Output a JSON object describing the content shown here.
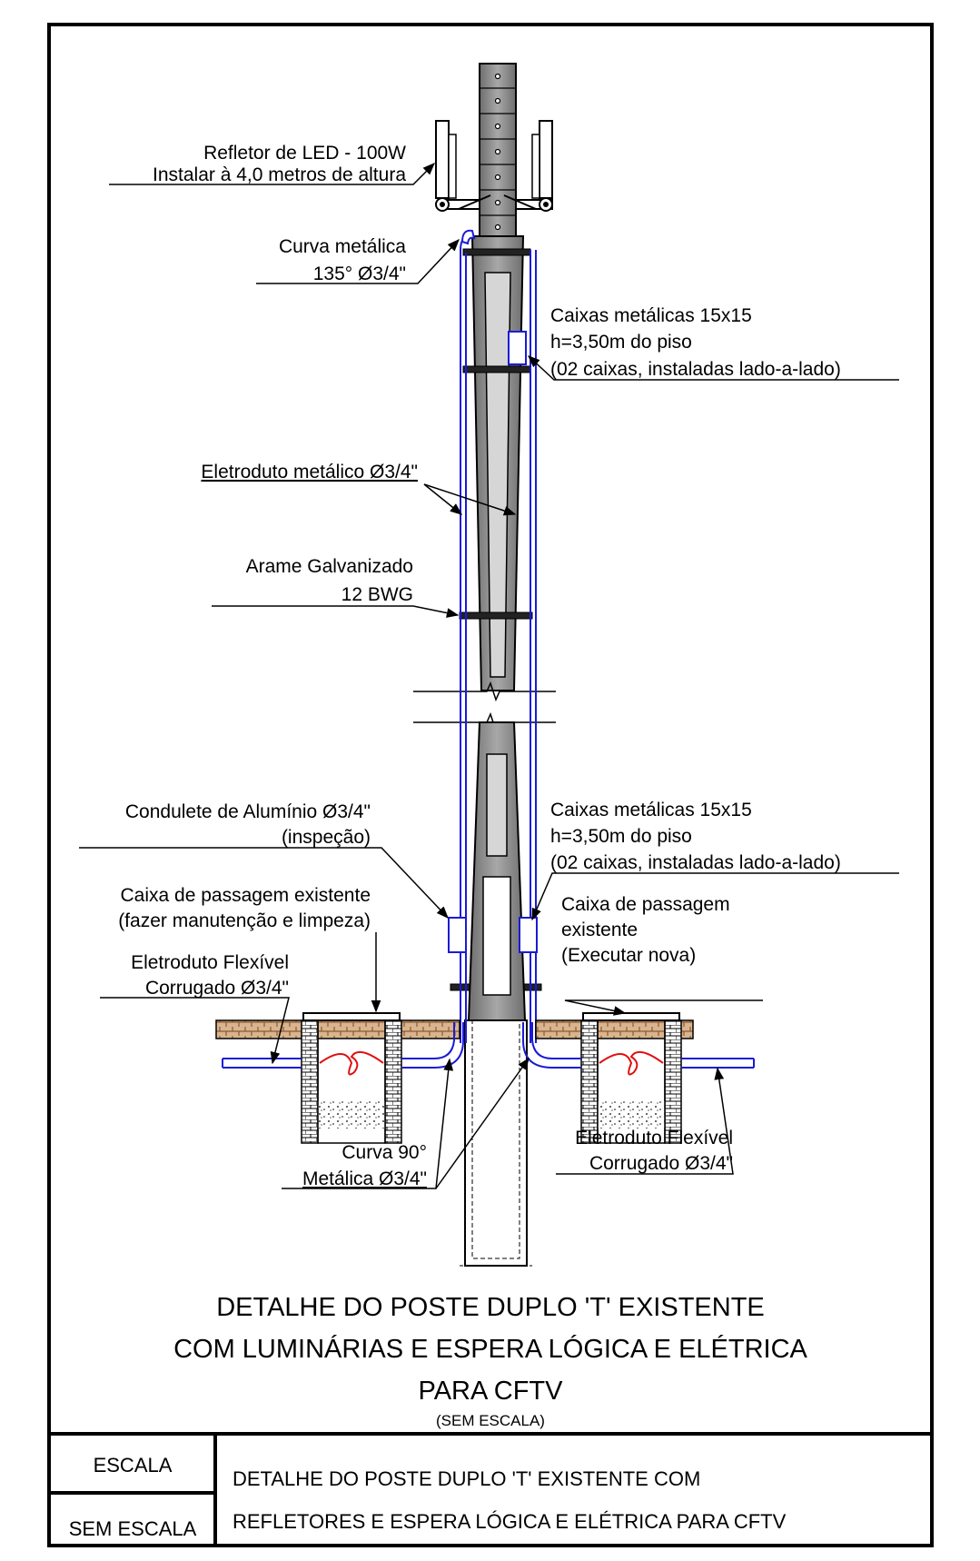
{
  "labels": {
    "refletor_l1": "Refletor de LED - 100W",
    "refletor_l2": "Instalar à 4,0 metros de altura",
    "curva_l1": "Curva metálica",
    "curva_l2": "135° Ø3/4\"",
    "caixas_top_l1": "Caixas metálicas 15x15",
    "caixas_top_l2": "h=3,50m do piso",
    "caixas_top_l3": "(02 caixas, instaladas lado-a-lado)",
    "eletroduto_metalico": "Eletroduto metálico Ø3/4\"",
    "arame_l1": "Arame Galvanizado",
    "arame_l2": "12 BWG",
    "condulete_l1": "Condulete de Alumínio Ø3/4\"",
    "condulete_l2": "(inspeção)",
    "caixas_bot_l1": "Caixas metálicas 15x15",
    "caixas_bot_l2": "h=3,50m do piso",
    "caixas_bot_l3": "(02 caixas, instaladas lado-a-lado)",
    "passagem_exist_l1": "Caixa de passagem existente",
    "passagem_exist_l2": "(fazer manutenção e limpeza)",
    "passagem_nova_l1": "Caixa de passagem",
    "passagem_nova_l2": "existente",
    "passagem_nova_l3": "(Executar nova)",
    "flex_left_l1": "Eletroduto Flexível",
    "flex_left_l2": "Corrugado Ø3/4\"",
    "curva90_l1": "Curva 90°",
    "curva90_l2": "Metálica Ø3/4\"",
    "flex_right_l1": "Eletroduto Flexível",
    "flex_right_l2": "Corrugado Ø3/4\""
  },
  "title": {
    "line1": "DETALHE DO POSTE DUPLO 'T' EXISTENTE",
    "line2": "COM LUMINÁRIAS E ESPERA LÓGICA E ELÉTRICA",
    "line3": "PARA CFTV",
    "scale_note": "(SEM ESCALA)"
  },
  "title_block": {
    "scale_header": "ESCALA",
    "scale_value": "SEM ESCALA",
    "description_l1": "DETALHE DO POSTE DUPLO 'T' EXISTENTE COM",
    "description_l2": "REFLETORES E ESPERA LÓGICA E ELÉTRICA PARA CFTV"
  },
  "colors": {
    "line": "#000000",
    "conduit": "#1b1bd6",
    "wire": "#e01010",
    "ground": "#a0704a",
    "pole": "#8f8f8f"
  }
}
